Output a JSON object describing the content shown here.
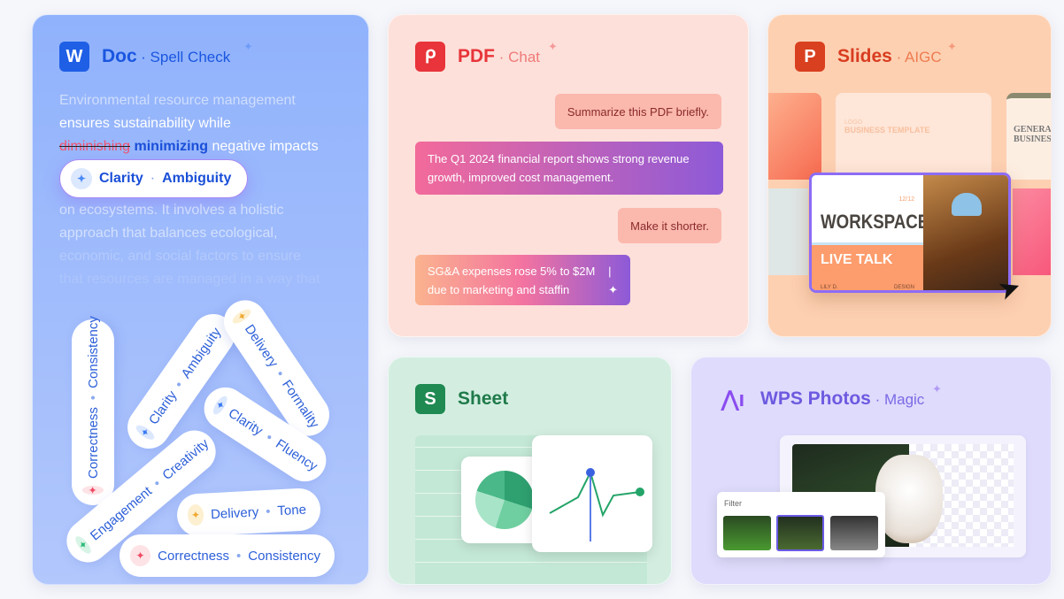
{
  "doc": {
    "app_letter": "W",
    "title": "Doc",
    "subtitle": "Spell Check",
    "para": {
      "line1": "Environmental resource management",
      "line2": "ensures sustainability while",
      "wrong": "diminishing",
      "fix": "minimizing",
      "rest3": " negative impacts",
      "line4": "on ecosystems. It involves a holistic",
      "line5": "approach that balances ecological,",
      "line6": "economic, and social factors to ensure",
      "line7": "that resources are managed in a way that"
    },
    "popup": {
      "a": "Clarity",
      "b": "Ambiguity"
    },
    "pills": [
      {
        "a": "Correctness",
        "b": "Consistency"
      },
      {
        "a": "Clarity",
        "b": "Ambiguity"
      },
      {
        "a": "Delivery",
        "b": "Formality"
      },
      {
        "a": "Clarity",
        "b": "Fluency"
      },
      {
        "a": "Engagement",
        "b": "Creativity"
      },
      {
        "a": "Delivery",
        "b": "Tone"
      },
      {
        "a": "Correctness",
        "b": "Consistency"
      }
    ],
    "sep": "•"
  },
  "pdf": {
    "title": "PDF",
    "subtitle": "Chat",
    "messages": [
      {
        "role": "user",
        "text": "Summarize this PDF briefly."
      },
      {
        "role": "ai",
        "text": "The Q1 2024 financial report shows strong revenue growth, improved cost management."
      },
      {
        "role": "user",
        "text": "Make it shorter."
      },
      {
        "role": "ai",
        "text": "SG&A expenses rose 5% to $2M due to marketing and staffin"
      }
    ]
  },
  "slides": {
    "title": "Slides",
    "subtitle": "AIGC",
    "template1": {
      "logo": "LOGO",
      "title": "BUSINESS TEMPLATE"
    },
    "template2": {
      "title": "GENERAL BUSINESS"
    },
    "featured": {
      "date": "12/12",
      "title": "WORKSPACE",
      "subtitle": "LIVE TALK",
      "author": "LILY D.",
      "tag": "DESIGN"
    }
  },
  "sheet": {
    "title": "Sheet",
    "app_letter": "S"
  },
  "photos": {
    "title": "WPS Photos",
    "subtitle": "Magic",
    "filter_label": "Filter"
  },
  "colors": {
    "doc": "#1a56e0",
    "pdf": "#e8343a",
    "slides": "#d93c20",
    "sheet": "#1f7a4a",
    "photos": "#6c5ae0"
  }
}
